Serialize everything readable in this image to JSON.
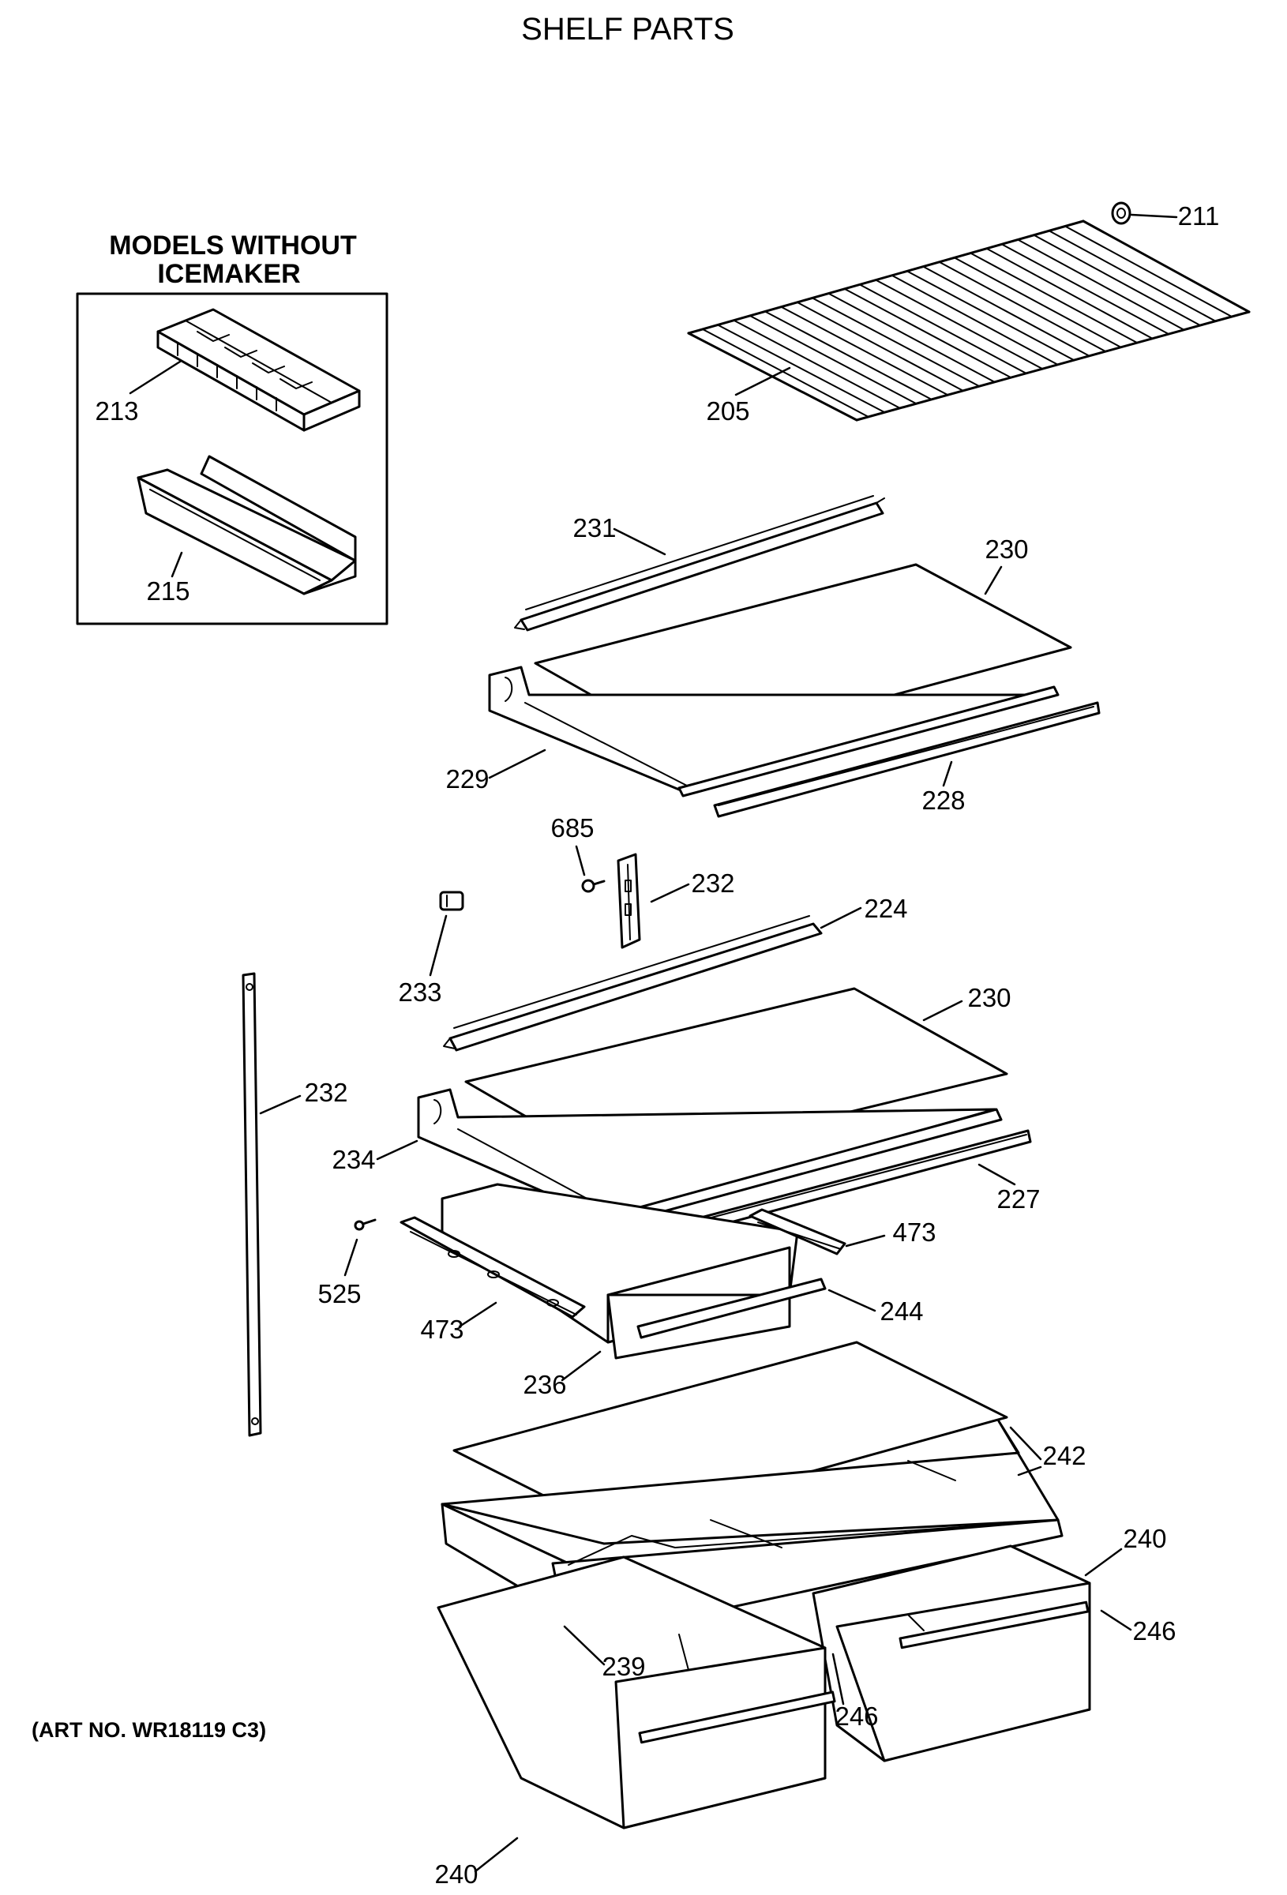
{
  "title": "SHELF PARTS",
  "inset": {
    "title_line1": "MODELS WITHOUT",
    "title_line2": "ICEMAKER",
    "labels": [
      "213",
      "215"
    ]
  },
  "callouts": {
    "c211": "211",
    "c205": "205",
    "c231": "231",
    "c230a": "230",
    "c229": "229",
    "c228": "228",
    "c685": "685",
    "c232a": "232",
    "c224": "224",
    "c233": "233",
    "c230b": "230",
    "c232b": "232",
    "c234": "234",
    "c227": "227",
    "c473a": "473",
    "c525": "525",
    "c473b": "473",
    "c244": "244",
    "c236": "236",
    "c242": "242",
    "c240a": "240",
    "c246a": "246",
    "c239": "239",
    "c246b": "246",
    "c240b": "240"
  },
  "art_number": "(ART NO. WR18119 C3)"
}
